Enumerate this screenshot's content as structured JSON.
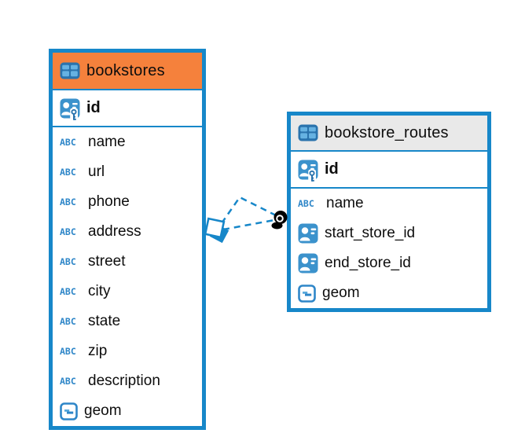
{
  "diagram": {
    "background_color": "#ffffff",
    "accent_color": "#1787c9",
    "icon_blue": "#3b92cc",
    "icon_dark_blue": "#2a73ad",
    "icon_light_blue": "#66b2e2",
    "text_color": "#0d0d0d"
  },
  "icons": {
    "text_type_glyph": "ABC"
  },
  "tables": [
    {
      "name": "bookstores",
      "header_color": "#f5813c",
      "primary_key": {
        "label": "id",
        "icon": "primary-key-icon"
      },
      "fields": [
        {
          "label": "name",
          "type": "text"
        },
        {
          "label": "url",
          "type": "text"
        },
        {
          "label": "phone",
          "type": "text"
        },
        {
          "label": "address",
          "type": "text"
        },
        {
          "label": "street",
          "type": "text"
        },
        {
          "label": "city",
          "type": "text"
        },
        {
          "label": "state",
          "type": "text"
        },
        {
          "label": "zip",
          "type": "text"
        },
        {
          "label": "description",
          "type": "text"
        },
        {
          "label": "geom",
          "type": "geometry"
        }
      ]
    },
    {
      "name": "bookstore_routes",
      "header_color": "#e9e9e9",
      "primary_key": {
        "label": "id",
        "icon": "primary-key-icon"
      },
      "fields": [
        {
          "label": "name",
          "type": "text"
        },
        {
          "label": "start_store_id",
          "type": "reference"
        },
        {
          "label": "end_store_id",
          "type": "reference"
        },
        {
          "label": "geom",
          "type": "geometry"
        }
      ]
    }
  ],
  "relationships": {
    "source_table": "bookstores",
    "target_table": "bookstore_routes",
    "line_style": "dashed",
    "line_color": "#1787c9",
    "line_count": 2,
    "source_marker": "double-square",
    "target_marker": "black-dot"
  }
}
